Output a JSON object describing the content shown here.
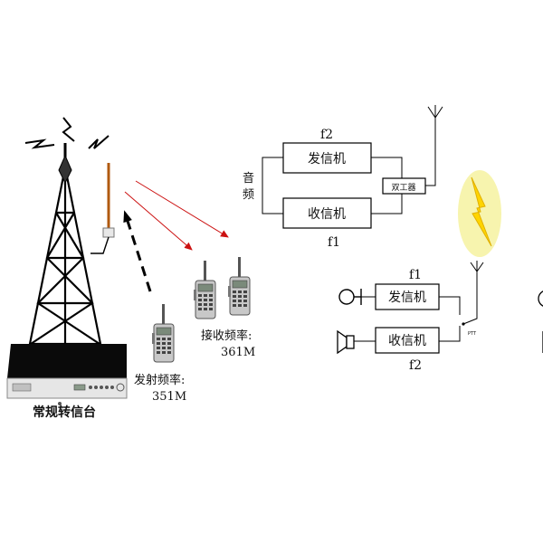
{
  "labels": {
    "repeater_caption": "常规转信台",
    "tx_freq_label": "发射频率:",
    "tx_freq_value": "351M",
    "rx_freq_label": "接收频率:",
    "rx_freq_value": "361M",
    "audio_label_top": "音",
    "audio_label_bottom": "频",
    "repeater_tx": "发信机",
    "repeater_rx": "收信机",
    "duplexer": "双工器",
    "repeater_f_top": "f2",
    "repeater_f_bottom": "f1",
    "radio_tx": "发信机",
    "radio_rx": "收信机",
    "radio_f_top": "f1",
    "radio_f_bottom": "f2",
    "ptt": "PTT"
  },
  "colors": {
    "downlink_arrow": "#cc1111",
    "lightning": "#ffd400",
    "lightning_glow": "#f6f2a0",
    "uplink_arrow": "#000000"
  },
  "icons": {
    "microphone": "microphone-icon",
    "speaker": "speaker-icon",
    "lightning": "lightning-icon",
    "walkie_talkie": "walkie-talkie-icon"
  }
}
